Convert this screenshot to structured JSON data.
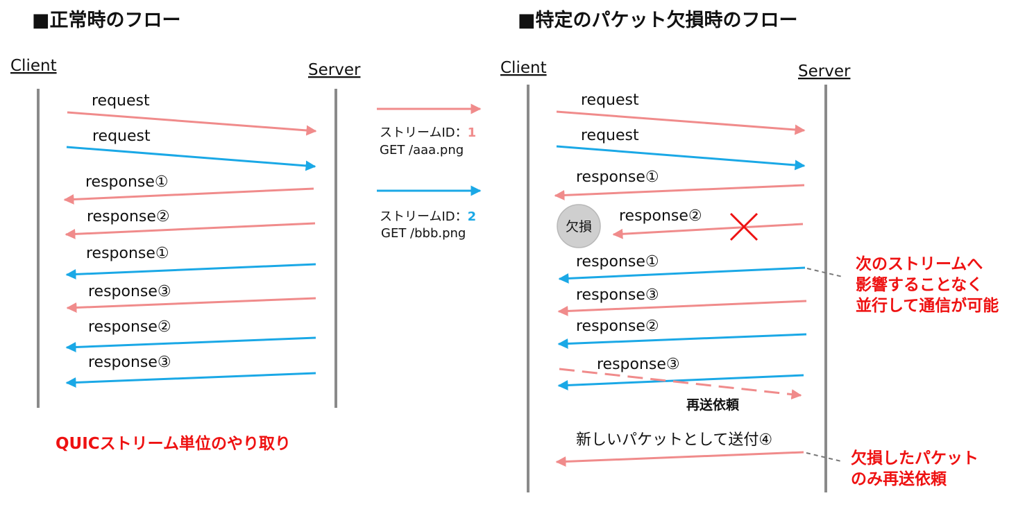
{
  "colors": {
    "stream1": "#f08b8b",
    "stream2": "#1aa8e6",
    "lifeline": "#8a8a8a",
    "emphasis": "#ee1111",
    "lost_x": "#ee1111",
    "badge_fill": "#cfcfcf"
  },
  "left_panel": {
    "title": "■正常時のフロー",
    "client_label": "Client",
    "server_label": "Server",
    "messages": [
      {
        "label": "request",
        "stream": 1,
        "direction": "to-server"
      },
      {
        "label": "request",
        "stream": 2,
        "direction": "to-server"
      },
      {
        "label": "response①",
        "stream": 1,
        "direction": "to-client"
      },
      {
        "label": "response②",
        "stream": 1,
        "direction": "to-client"
      },
      {
        "label": "response①",
        "stream": 2,
        "direction": "to-client"
      },
      {
        "label": "response③",
        "stream": 1,
        "direction": "to-client"
      },
      {
        "label": "response②",
        "stream": 2,
        "direction": "to-client"
      },
      {
        "label": "response③",
        "stream": 2,
        "direction": "to-client"
      }
    ],
    "caption": "QUICストリーム単位のやり取り"
  },
  "legend": [
    {
      "prefix": "ストリームID：",
      "number": "1",
      "request": "GET /aaa.png",
      "stream": 1
    },
    {
      "prefix": "ストリームID：",
      "number": "2",
      "request": "GET /bbb.png",
      "stream": 2
    }
  ],
  "right_panel": {
    "title": "■特定のパケット欠損時のフロー",
    "client_label": "Client",
    "server_label": "Server",
    "messages": [
      {
        "label": "request",
        "stream": 1,
        "direction": "to-server"
      },
      {
        "label": "request",
        "stream": 2,
        "direction": "to-server"
      },
      {
        "label": "response①",
        "stream": 1,
        "direction": "to-client"
      },
      {
        "label": "response②",
        "stream": 1,
        "direction": "to-client",
        "lost": true
      },
      {
        "label": "response①",
        "stream": 2,
        "direction": "to-client"
      },
      {
        "label": "response③",
        "stream": 1,
        "direction": "to-client"
      },
      {
        "label": "response②",
        "stream": 2,
        "direction": "to-client"
      },
      {
        "label": "response③",
        "stream": 2,
        "direction": "to-client"
      },
      {
        "label": "再送依頼",
        "stream": 1,
        "direction": "to-server",
        "dashed": true
      },
      {
        "label": "新しいパケットとして送付④",
        "stream": 1,
        "direction": "to-client"
      }
    ],
    "loss_badge": "欠損",
    "note_parallel": [
      "次のストリームへ",
      "影響することなく",
      "並行して通信が可能"
    ],
    "note_retransmit": [
      "欠損したパケット",
      "のみ再送依頼"
    ]
  }
}
